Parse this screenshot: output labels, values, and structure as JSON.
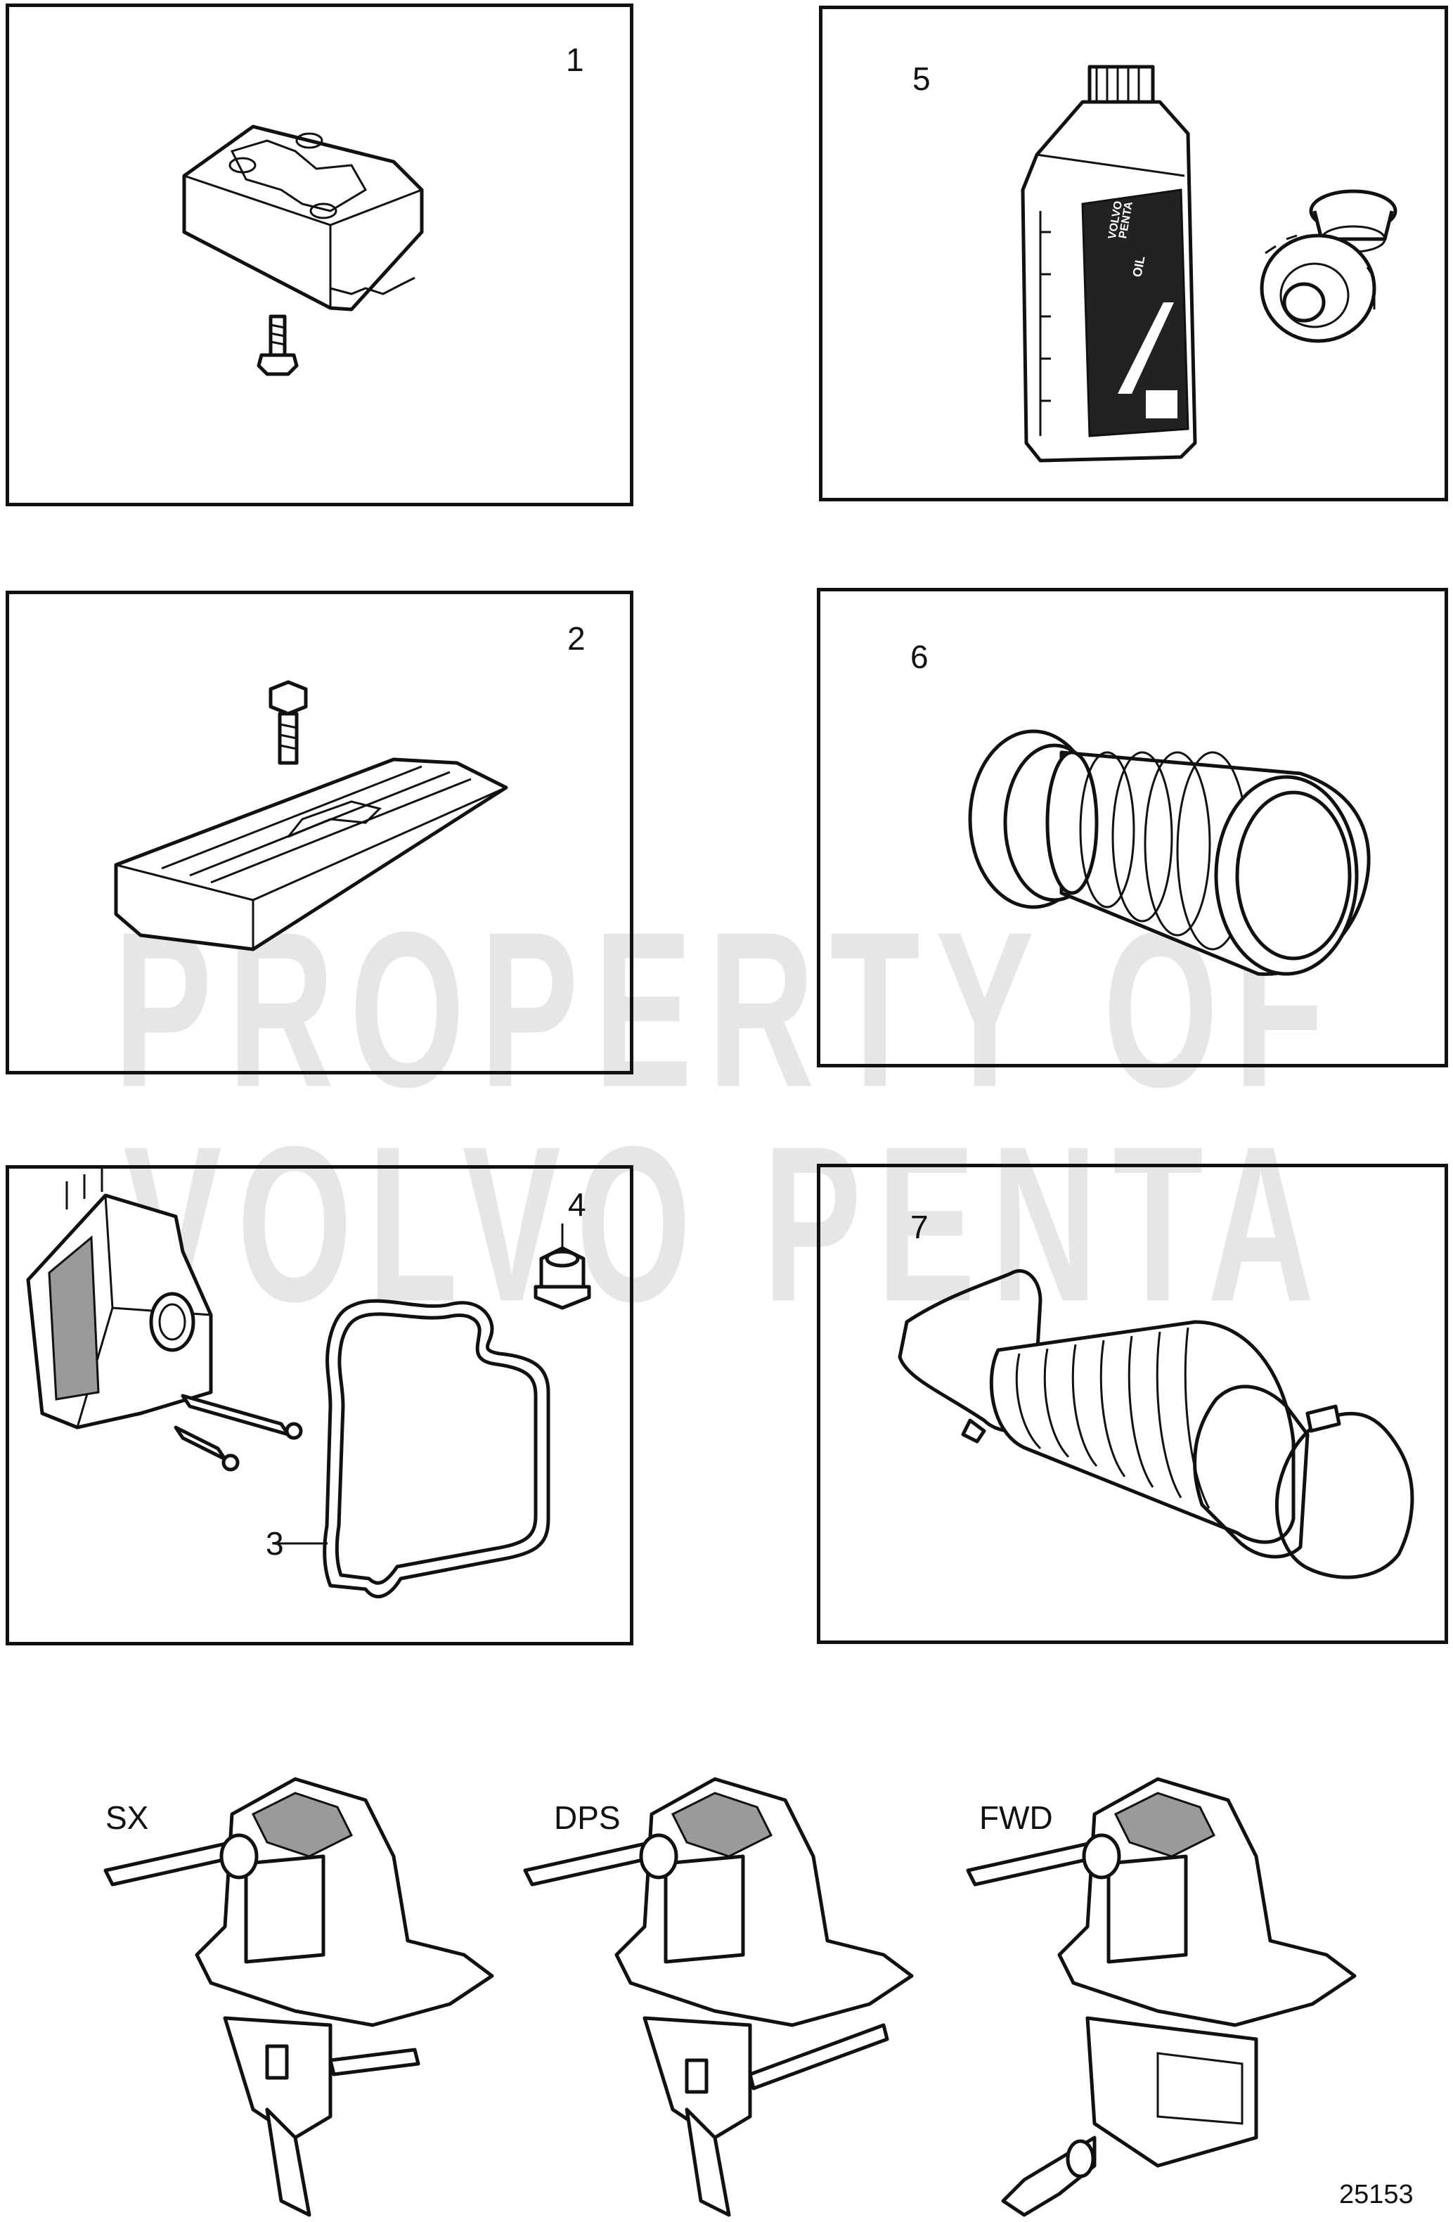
{
  "watermark": {
    "line1": "PROPERTY OF",
    "line2": "VOLVO PENTA"
  },
  "panels": [
    {
      "item": "1",
      "part": "pad-and-bolt"
    },
    {
      "item": "2",
      "part": "cover-and-bolt"
    },
    {
      "item": "3",
      "item_extra": "4",
      "part": "gasket-and-nut"
    },
    {
      "item": "5",
      "part": "oil-and-gears"
    },
    {
      "item": "6",
      "part": "bellows"
    },
    {
      "item": "7",
      "part": "bellows-with-clamps"
    }
  ],
  "oil_bottle": {
    "brand_line1": "VOLVO",
    "brand_line2": "PENTA",
    "product": "OIL"
  },
  "drives": [
    {
      "label": "SX"
    },
    {
      "label": "DPS"
    },
    {
      "label": "FWD"
    }
  ],
  "diagram_code": "25153"
}
